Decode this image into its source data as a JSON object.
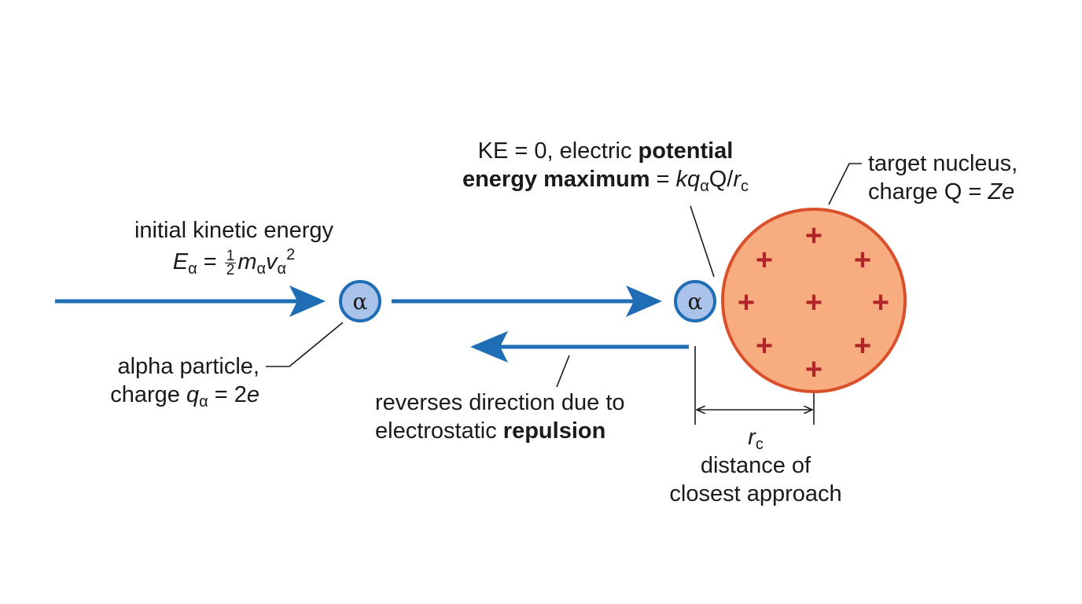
{
  "particle": {
    "symbol": "α"
  },
  "colors": {
    "arrow": "#1f6db5",
    "alpha_fill": "#a9c3ea",
    "alpha_stroke": "#1f6db5",
    "nucleus_fill": "#f8ad80",
    "nucleus_stroke": "#d9502b",
    "plus": "#b0242a",
    "leader": "#1a1a1a"
  },
  "nucleus": {
    "plus_sign": "+",
    "plus_count": 9
  },
  "labels": {
    "initial_ke": {
      "line1": "initial kinetic energy",
      "E": "E",
      "E_sub": "α",
      "eq": " = ",
      "frac_num": "1",
      "frac_den": "2",
      "m": "m",
      "m_sub": "α",
      "v": "v",
      "v_sub": "α",
      "v_sup": "2"
    },
    "alpha_particle": {
      "line1": "alpha particle,",
      "line2_prefix": "charge ",
      "q": "q",
      "q_sub": "α",
      "line2_eq": " = 2",
      "e": "e"
    },
    "ke_zero": {
      "line1_normal": "KE = 0, electric ",
      "line1_bold": "potential",
      "line2_bold": "energy maximum",
      "line2_eq": " = ",
      "k": "kq",
      "q_sub": "α",
      "Q": "Q/",
      "r": "r",
      "r_sub": "c"
    },
    "target_nucleus": {
      "line1": "target nucleus,",
      "line2_prefix": "charge Q = ",
      "Ze": "Ze"
    },
    "reverses": {
      "line1": "reverses direction due to",
      "line2_normal": "electrostatic ",
      "line2_bold": "repulsion"
    },
    "closest": {
      "r": "r",
      "r_sub": "c",
      "line1": "distance of",
      "line2": "closest approach"
    }
  }
}
